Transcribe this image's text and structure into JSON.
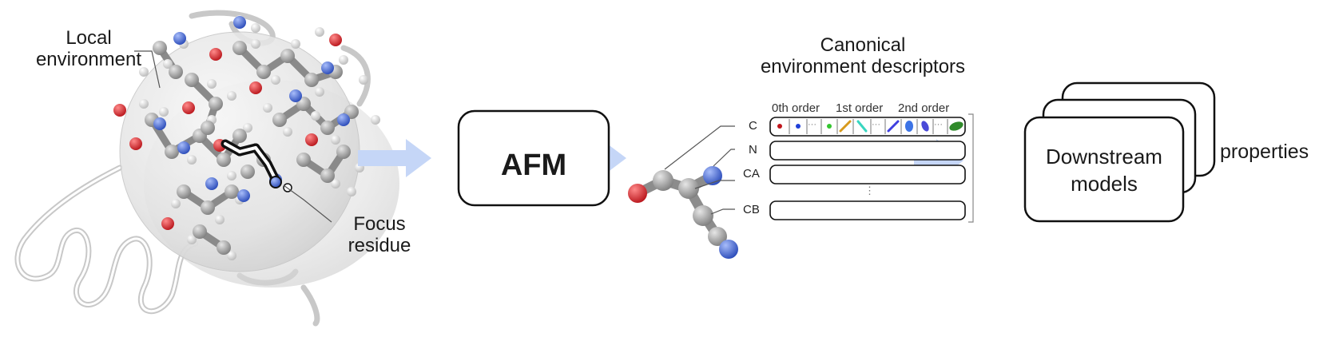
{
  "labels": {
    "local_env_line1": "Local",
    "local_env_line2": "environment",
    "focus_line1": "Focus",
    "focus_line2": "residue",
    "afm": "AFM",
    "ced_line1": "Canonical",
    "ced_line2": "environment descriptors",
    "order_0": "0th order",
    "order_1": "1st order",
    "order_2": "2nd order",
    "ellipsis": "···",
    "vdots": "⋮",
    "downstream_line1": "Downstream",
    "downstream_line2": "models",
    "properties": "properties"
  },
  "descriptor_rows": [
    "C",
    "N",
    "CA",
    "CB"
  ],
  "colors": {
    "arrow": "#c5d6f7",
    "carbon": "#a9a9a9",
    "oxygen": "#e0393e",
    "nitrogen": "#5b7fe0",
    "hydrogen": "#ececec",
    "sphere": "#e3e3e3",
    "box_stroke": "#111111"
  },
  "descriptor_glyph_colors": [
    "#c0151b",
    "#1f3fd8",
    "#34c62f",
    "#d89a1c",
    "#38d6c0",
    "#3f3fe0",
    "#3d74e6",
    "#4a4ad8",
    "#2f8a2a"
  ]
}
